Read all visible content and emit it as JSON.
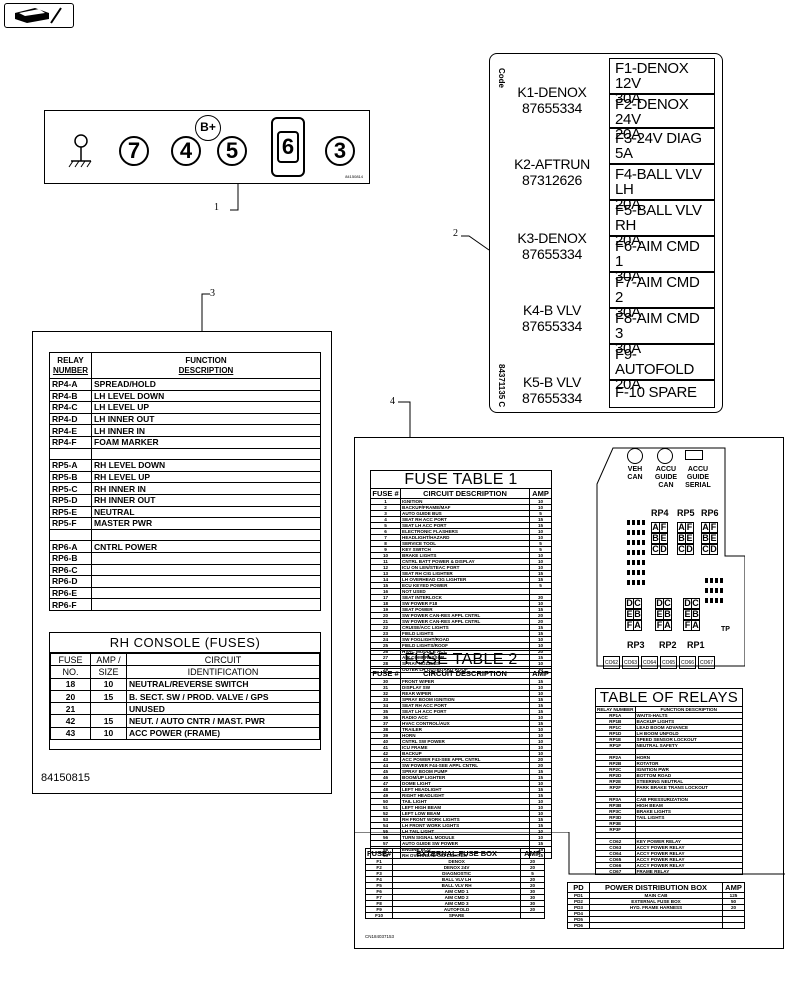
{
  "decal1": {
    "callout": "1",
    "sockets": [
      "7",
      "4",
      "5",
      "6",
      "3"
    ],
    "bplus": "B+",
    "ground_label": "",
    "partno": "84150814"
  },
  "decal2": {
    "callout": "2",
    "code_label": "Code",
    "side_partno": "84371135 C",
    "relays": [
      {
        "name": "K1-DENOX",
        "pn": "87655334"
      },
      {
        "name": "K2-AFTRUN",
        "pn": "87312626"
      },
      {
        "name": "K3-DENOX",
        "pn": "87655334"
      },
      {
        "name": "K4-B VLV",
        "pn": "87655334"
      },
      {
        "name": "K5-B VLV",
        "pn": "87655334"
      }
    ],
    "fuses": [
      {
        "name": "F1-DENOX 12V",
        "amp": "30A"
      },
      {
        "name": "F2-DENOX 24V",
        "amp": "20A"
      },
      {
        "name": "F3-24V DIAG",
        "amp": "5A"
      },
      {
        "name": "F4-BALL VLV LH",
        "amp": "20A"
      },
      {
        "name": "F5-BALL VLV RH",
        "amp": "20A"
      },
      {
        "name": "F6-AIM CMD 1",
        "amp": "30A"
      },
      {
        "name": "F7-AIM CMD 2",
        "amp": "30A"
      },
      {
        "name": "F8-AIM CMD 3",
        "amp": "30A"
      },
      {
        "name": "F9-AUTOFOLD",
        "amp": "20A"
      },
      {
        "name": "F-10 SPARE",
        "amp": ""
      }
    ]
  },
  "decal3": {
    "callout": "3",
    "hdr_relay": [
      "RELAY",
      "NUMBER"
    ],
    "hdr_func": [
      "FUNCTION",
      "DESCRIPTION"
    ],
    "rows": [
      [
        "RP4-A",
        "SPREAD/HOLD"
      ],
      [
        "RP4-B",
        "LH LEVEL DOWN"
      ],
      [
        "RP4-C",
        "LH LEVEL UP"
      ],
      [
        "RP4-D",
        "LH INNER OUT"
      ],
      [
        "RP4-E",
        "LH INNER IN"
      ],
      [
        "RP4-F",
        "FOAM MARKER"
      ],
      [
        "",
        ""
      ],
      [
        "RP5-A",
        "RH LEVEL DOWN"
      ],
      [
        "RP5-B",
        "RH LEVEL UP"
      ],
      [
        "RP5-C",
        "RH INNER IN"
      ],
      [
        "RP5-D",
        "RH INNER OUT"
      ],
      [
        "RP5-E",
        "NEUTRAL"
      ],
      [
        "RP5-F",
        "MASTER PWR"
      ],
      [
        "",
        ""
      ],
      [
        "RP6-A",
        "CNTRL POWER"
      ],
      [
        "RP6-B",
        ""
      ],
      [
        "RP6-C",
        ""
      ],
      [
        "RP6-D",
        ""
      ],
      [
        "RP6-E",
        ""
      ],
      [
        "RP6-F",
        ""
      ]
    ],
    "console_title": "RH  CONSOLE  (FUSES)",
    "console_hdr1": [
      "FUSE",
      "AMP /",
      "CIRCUIT"
    ],
    "console_hdr2": [
      "NO.",
      "SIZE",
      "IDENTIFICATION"
    ],
    "console_rows": [
      [
        "18",
        "10",
        "NEUTRAL/REVERSE SWITCH"
      ],
      [
        "20",
        "15",
        "B. SECT. SW / PROD. VALVE / GPS"
      ],
      [
        "21",
        "",
        "UNUSED"
      ],
      [
        "42",
        "15",
        "NEUT. / AUTO CNTR / MAST. PWR"
      ],
      [
        "43",
        "10",
        "ACC  POWER  (FRAME)"
      ]
    ],
    "partno": "84150815"
  },
  "decal4": {
    "callout": "4",
    "fuse_table1": {
      "title": "FUSE TABLE 1",
      "hdr": [
        "FUSE #",
        "CIRCUIT DESCRIPTION",
        "AMP"
      ],
      "rows": [
        [
          "1",
          "IGNITION",
          "10"
        ],
        [
          "2",
          "BACKUP/FRAME/MAF",
          "10"
        ],
        [
          "3",
          "AUTO GUIDE BUS",
          "5"
        ],
        [
          "4",
          "SEAT RH ACC PORT",
          "15"
        ],
        [
          "5",
          "SEAT LH ACC PORT",
          "15"
        ],
        [
          "6",
          "ELECTRONIC FLASHERS",
          "10"
        ],
        [
          "7",
          "HEADLIGHT/HAZARD",
          "10"
        ],
        [
          "8",
          "SERVICE TOOL",
          "5"
        ],
        [
          "9",
          "KEY SWITCH",
          "5"
        ],
        [
          "10",
          "BRAKE LIGHTS",
          "10"
        ],
        [
          "11",
          "CNTRL BATT POWER & DISPLAY",
          "10"
        ],
        [
          "12",
          "ICU ON LEN/STEAC PORT",
          "10"
        ],
        [
          "13",
          "SEAT RH CIG LIGHTER",
          "15"
        ],
        [
          "14",
          "LH OVERHEAD CIG LIGHTER",
          "15"
        ],
        [
          "15",
          "ECU KEYED POWER",
          "5"
        ],
        [
          "16",
          "NOT USED",
          ""
        ],
        [
          "17",
          "SEAT INTERLOCK",
          "30"
        ],
        [
          "18",
          "SW POWER F18",
          "10"
        ],
        [
          "19",
          "SEAT POWER",
          "15"
        ],
        [
          "20",
          "SW POWER CAN-RES APPL CNTRL",
          "20"
        ],
        [
          "21",
          "SW POWER CAN-RES APPL CNTRL",
          "20"
        ],
        [
          "22",
          "CRUISE/ACC LIGHTS",
          "15"
        ],
        [
          "23",
          "FIELD LIGHTS",
          "15"
        ],
        [
          "24",
          "SW FOGLIGHT/ROAD",
          "10"
        ],
        [
          "25",
          "FIELD LIGHTS/ROOF",
          "10"
        ],
        [
          "26",
          "HVAC MODULE ACC",
          "20"
        ],
        [
          "27",
          "AIR COMPRESSOR",
          "15"
        ],
        [
          "28",
          "SPRAY NOZZLES",
          "10"
        ],
        [
          "29",
          "OUTER LH OUTBOARD ROOF",
          "30"
        ]
      ]
    },
    "fuse_table2": {
      "title": "FUSE TABLE 2",
      "hdr": [
        "FUSE #",
        "CIRCUIT DESCRIPTION",
        "AMP"
      ],
      "rows": [
        [
          "30",
          "FRONT WIPER",
          "15"
        ],
        [
          "31",
          "DISPLAY SW",
          "10"
        ],
        [
          "32",
          "REAR WIPER",
          "10"
        ],
        [
          "33",
          "SPRAY BOOM IGNITION",
          "15"
        ],
        [
          "34",
          "SEAT RH ACC PORT",
          "15"
        ],
        [
          "35",
          "SEAT LH ACC PORT",
          "15"
        ],
        [
          "36",
          "RADIO ACC",
          "10"
        ],
        [
          "37",
          "HVAC CONTROL/AUX",
          "15"
        ],
        [
          "38",
          "TRAILER",
          "10"
        ],
        [
          "39",
          "HORN",
          "10"
        ],
        [
          "40",
          "CNTRL SW POWER",
          "10"
        ],
        [
          "41",
          "ICU FRAME",
          "10"
        ],
        [
          "42",
          "BACKUP",
          "10"
        ],
        [
          "43",
          "ACC POWER F43-SEE APPL CNTRL",
          "20"
        ],
        [
          "44",
          "SW POWER F44-SEE APPL CNTRL",
          "20"
        ],
        [
          "45",
          "SPRAY BOOM PUMP",
          "15"
        ],
        [
          "46",
          "BOOM/UP LIGHTER",
          "15"
        ],
        [
          "47",
          "DOME LIGHT",
          "10"
        ],
        [
          "48",
          "LEFT HEADLIGHT",
          "15"
        ],
        [
          "49",
          "RIGHT HEADLIGHT",
          "15"
        ],
        [
          "50",
          "TAIL LIGHT",
          "10"
        ],
        [
          "51",
          "LEFT HIGH BEAM",
          "10"
        ],
        [
          "52",
          "LEFT LOW BEAM",
          "10"
        ],
        [
          "53",
          "RH FRONT WORK LIGHTS",
          "15"
        ],
        [
          "54",
          "LH FRONT WORK LIGHTS",
          "15"
        ],
        [
          "55",
          "LH TAIL LIGHT",
          "10"
        ],
        [
          "56",
          "TURN SIGNAL MODULE",
          "10"
        ],
        [
          "57",
          "AUTO GUIDE SW POWER",
          "15"
        ],
        [
          "58",
          "ENGINE ECU",
          "15"
        ],
        [
          "59",
          "RH OVERHEAD CIG LIGHTER",
          "15"
        ]
      ]
    },
    "box_labels": {
      "veh_can": [
        "VEH",
        "CAN"
      ],
      "accu_can": [
        "ACCU",
        "GUIDE",
        "CAN"
      ],
      "accu_serial": [
        "ACCU",
        "GUIDE",
        "SERIAL"
      ],
      "rp_top": [
        "RP4",
        "RP5",
        "RP6"
      ],
      "rp_bottom": [
        "RP3",
        "RP2",
        "RP1"
      ],
      "tp": "TP",
      "letters_top": [
        "A",
        "F",
        "B",
        "E",
        "C",
        "D"
      ],
      "letters_bot": [
        "D",
        "C",
        "E",
        "B",
        "F",
        "A"
      ],
      "connectors": [
        "CO62",
        "CO63",
        "CO64",
        "CO65",
        "CO66",
        "CO67"
      ]
    },
    "relay_table": {
      "title": "TABLE OF RELAYS",
      "hdr": [
        "RELAY NUMBER",
        "FUNCTION DESCRIPTION"
      ],
      "rows": [
        [
          "RP1A",
          "WAITS-HALTS"
        ],
        [
          "RP1B",
          "BACKUP LIGHTS"
        ],
        [
          "RP1C",
          "LEAD BOOM ADVANCE"
        ],
        [
          "RP1D",
          "LH BOOM UNFOLD"
        ],
        [
          "RP1E",
          "SPEED SENSOR LOCKOUT"
        ],
        [
          "RP1F",
          "NEUTRAL SAFETY"
        ],
        [
          "",
          ""
        ],
        [
          "RP2A",
          "HORN"
        ],
        [
          "RP2B",
          "ROTATOR"
        ],
        [
          "RP2C",
          "IGNITION PWR"
        ],
        [
          "RP2D",
          "BOTTOM ROAD"
        ],
        [
          "RP2E",
          "STEERING NEUTRAL"
        ],
        [
          "RP2F",
          "PARK BRAKE TRANS LOCKOUT"
        ],
        [
          "",
          ""
        ],
        [
          "RP3A",
          "CAB PRESSURIZATION"
        ],
        [
          "RP3B",
          "HIGH BEAM"
        ],
        [
          "RP3C",
          "BRAKE LIGHTS"
        ],
        [
          "RP3D",
          "TAIL LIGHTS"
        ],
        [
          "RP3E",
          ""
        ],
        [
          "RP3F",
          ""
        ],
        [
          "",
          ""
        ],
        [
          "CO62",
          "KEY POWER RELAY"
        ],
        [
          "CO63",
          "ACCY POWER RELAY"
        ],
        [
          "CO64",
          "ACCY POWER RELAY"
        ],
        [
          "CO65",
          "ACCY POWER RELAY"
        ],
        [
          "CO66",
          "ACCY POWER RELAY"
        ],
        [
          "CO67",
          "FRAME RELAY"
        ]
      ]
    },
    "ext_fuse": {
      "hdr": [
        "FUSE#",
        "EXTERNAL FUSE BOX",
        "AMP"
      ],
      "rows": [
        [
          "F1",
          "DENOX",
          "20"
        ],
        [
          "F2",
          "DENOX 24V",
          "20"
        ],
        [
          "F3",
          "DIAGNOSTIC",
          "5"
        ],
        [
          "F4",
          "BALL VLV LH",
          "20"
        ],
        [
          "F5",
          "BALL VLV RH",
          "20"
        ],
        [
          "F6",
          "AIM CMD 1",
          "30"
        ],
        [
          "F7",
          "AIM CMD 2",
          "30"
        ],
        [
          "F8",
          "AIM CMD 3",
          "30"
        ],
        [
          "F9",
          "AUTOFOLD",
          "20"
        ],
        [
          "F10",
          "SPARE",
          ""
        ]
      ]
    },
    "pdb": {
      "hdr": [
        "PD",
        "POWER DISTRIBUTION BOX",
        "AMP"
      ],
      "rows": [
        [
          "PD1",
          "MAIN CAB",
          "125"
        ],
        [
          "PD2",
          "EXTERNAL FUSE BOX",
          "50"
        ],
        [
          "PD3",
          "HYD. FRAME HARNESS",
          "20"
        ],
        [
          "PD4",
          "",
          ""
        ],
        [
          "PD5",
          "",
          ""
        ],
        [
          "PD6",
          "",
          ""
        ]
      ]
    },
    "partno": "CN184037153"
  }
}
